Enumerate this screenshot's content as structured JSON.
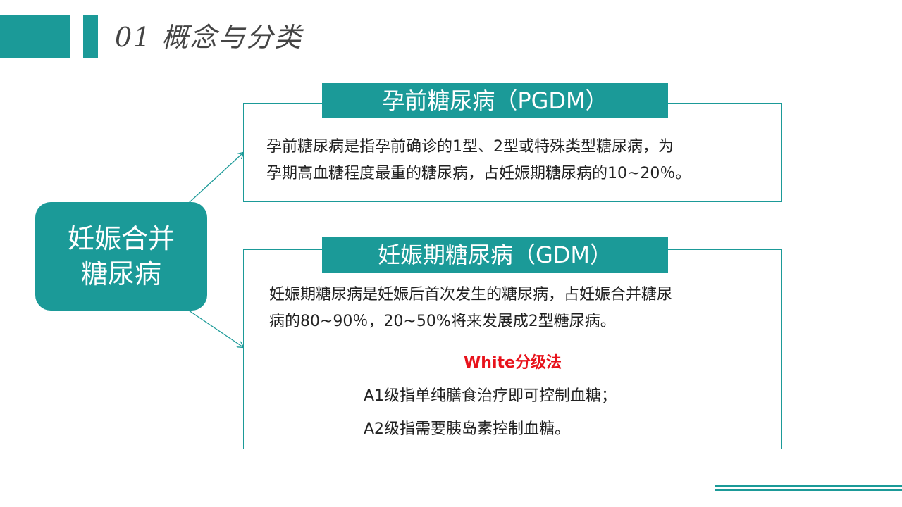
{
  "header": {
    "title": "01 概念与分类"
  },
  "main_node": {
    "line1": "妊娠合并",
    "line2": "糖尿病"
  },
  "pgdm": {
    "title": "孕前糖尿病（PGDM）",
    "line1": "孕前糖尿病是指孕前确诊的1型、2型或特殊类型糖尿病，为",
    "line2": "孕期高血糖程度最重的糖尿病，占妊娠期糖尿病的10~20％。"
  },
  "gdm": {
    "title": "妊娠期糖尿病（GDM）",
    "line1": "妊娠期糖尿病是妊娠后首次发生的糖尿病，占妊娠合并糖尿",
    "line2": "病的80~90％，20~50%将来发展成2型糖尿病。",
    "white_title": "White分级法",
    "grade_a1": "A1级指单纯膳食治疗即可控制血糖；",
    "grade_a2": "A2级指需要胰岛素控制血糖。"
  },
  "colors": {
    "teal": "#1b9a98",
    "red": "#e8121b",
    "text": "#222222"
  }
}
